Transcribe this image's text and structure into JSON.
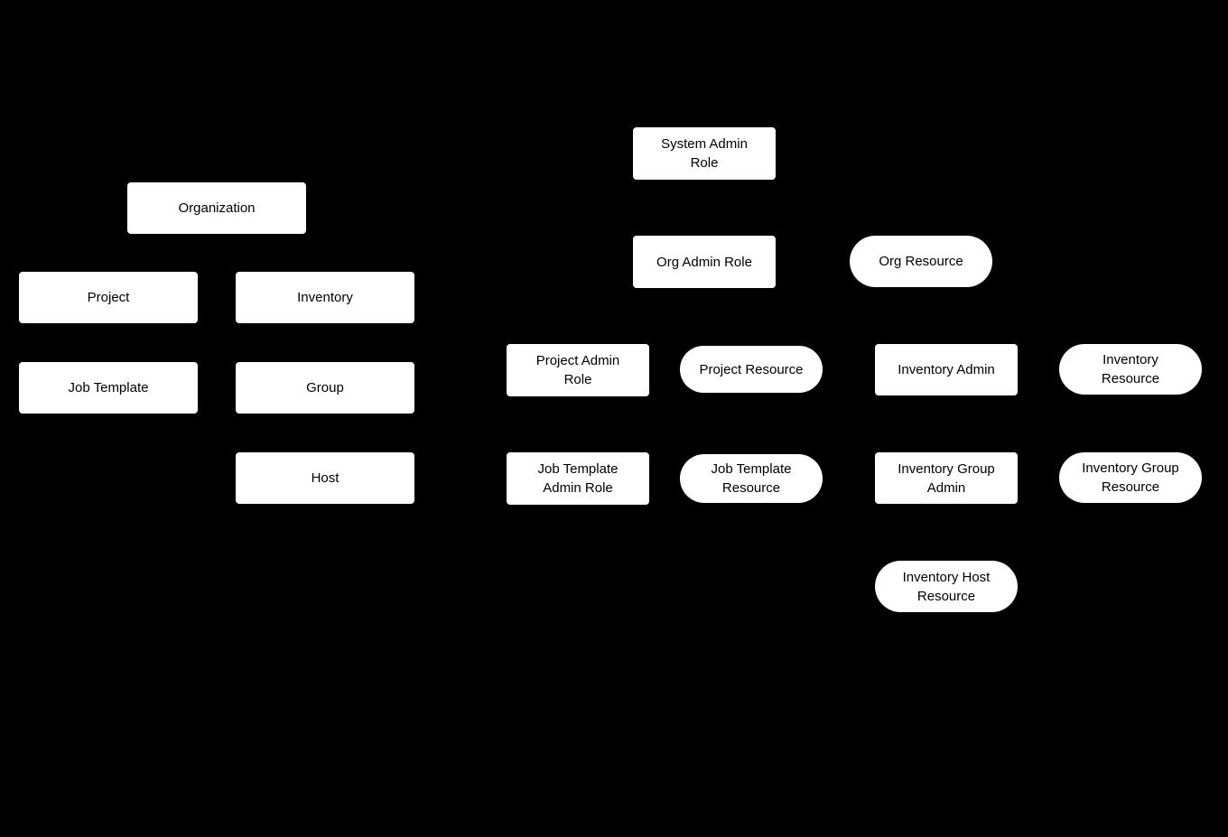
{
  "diagram": {
    "colors": {
      "background": "#000000",
      "node_fill": "#ffffff",
      "node_text": "#000000"
    },
    "nodes": {
      "organization": {
        "label": "Organization",
        "shape": "rect"
      },
      "project": {
        "label": "Project",
        "shape": "rect"
      },
      "inventory": {
        "label": "Inventory",
        "shape": "rect"
      },
      "job_template": {
        "label": "Job Template",
        "shape": "rect"
      },
      "group": {
        "label": "Group",
        "shape": "rect"
      },
      "host": {
        "label": "Host",
        "shape": "rect"
      },
      "system_admin_role": {
        "label": "System Admin\nRole",
        "shape": "rect"
      },
      "org_admin_role": {
        "label": "Org Admin Role",
        "shape": "rect"
      },
      "org_resource": {
        "label": "Org Resource",
        "shape": "pill"
      },
      "project_admin_role": {
        "label": "Project Admin\nRole",
        "shape": "rect"
      },
      "project_resource": {
        "label": "Project Resource",
        "shape": "pill"
      },
      "inventory_admin": {
        "label": "Inventory Admin",
        "shape": "rect"
      },
      "inventory_resource": {
        "label": "Inventory\nResource",
        "shape": "pill"
      },
      "job_template_admin_role": {
        "label": "Job Template\nAdmin Role",
        "shape": "rect"
      },
      "job_template_resource": {
        "label": "Job Template\nResource",
        "shape": "pill"
      },
      "inventory_group_admin": {
        "label": "Inventory Group\nAdmin",
        "shape": "rect"
      },
      "inventory_group_resource": {
        "label": "Inventory Group\nResource",
        "shape": "pill"
      },
      "inventory_host_resource": {
        "label": "Inventory Host\nResource",
        "shape": "pill"
      }
    }
  }
}
